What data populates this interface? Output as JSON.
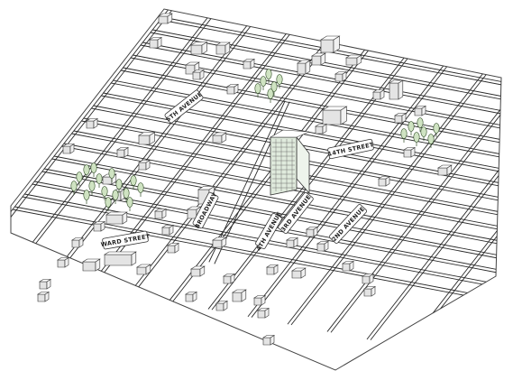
{
  "map": {
    "street_labels": [
      {
        "id": "5th-avenue",
        "text": "5TH AVENUE"
      },
      {
        "id": "14th-street",
        "text": "14TH STREET"
      },
      {
        "id": "broadway",
        "text": "BROADWAY"
      },
      {
        "id": "3rd-avenue",
        "text": "3RD AVENUE"
      },
      {
        "id": "2nd-avenue",
        "text": "2ND AVENUE"
      },
      {
        "id": "4th-avenue",
        "text": "4TH AVENUE"
      },
      {
        "id": "ward-street",
        "text": "WARD STREET"
      }
    ],
    "colors": {
      "street_ink": "#2a2a2a",
      "tree_fill": "#cfe3c2",
      "tower_fill": "#dfeadc",
      "paper": "#ffffff"
    }
  }
}
